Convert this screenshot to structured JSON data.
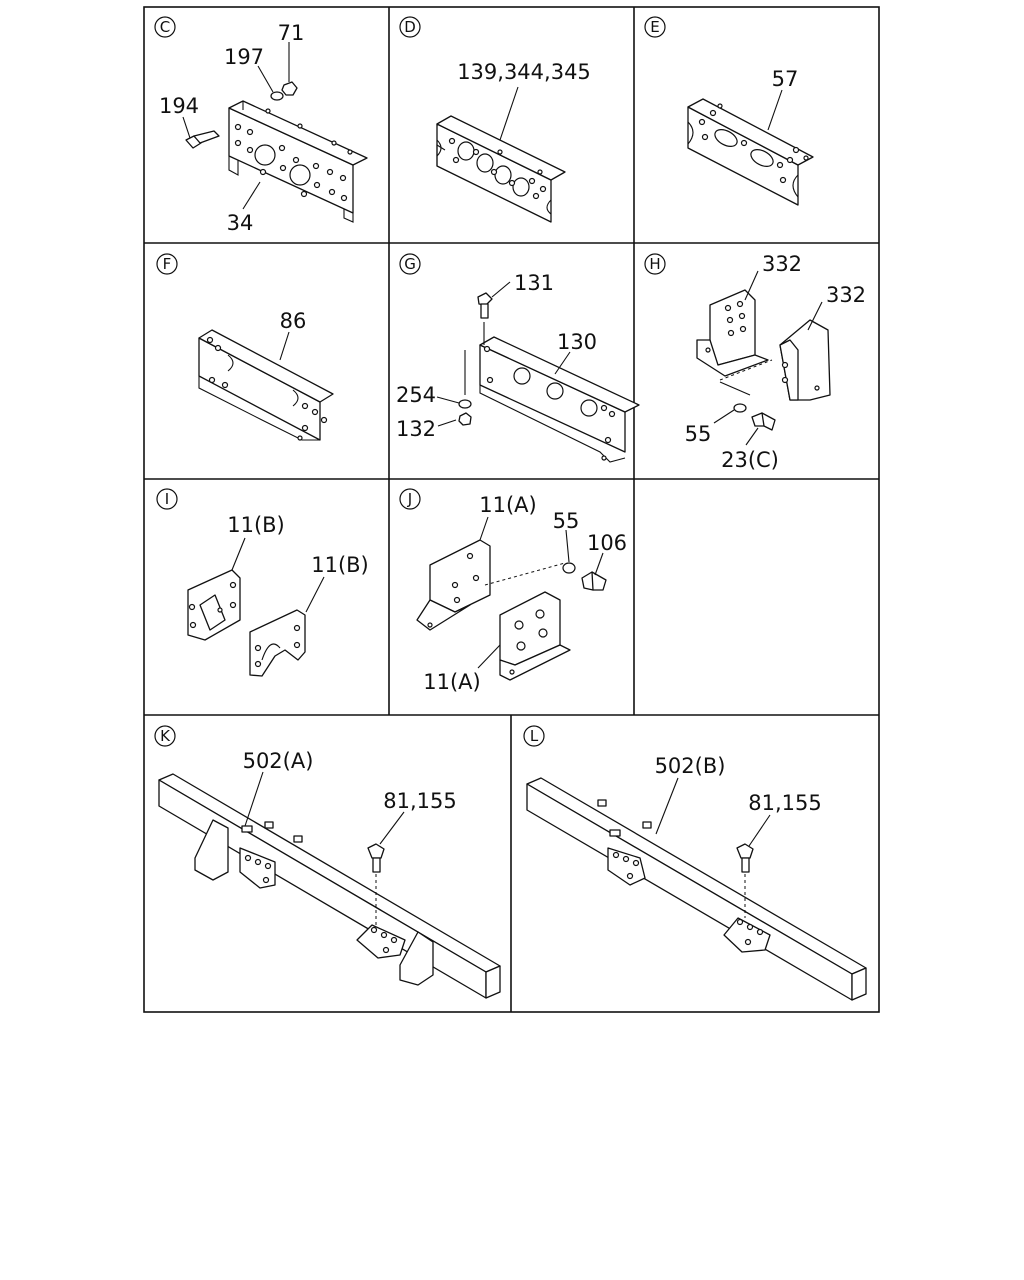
{
  "panels": [
    {
      "id": "C",
      "labels": [
        "71",
        "197",
        "194",
        "34"
      ]
    },
    {
      "id": "D",
      "labels": [
        "139,344,345"
      ]
    },
    {
      "id": "E",
      "labels": [
        "57"
      ]
    },
    {
      "id": "F",
      "labels": [
        "86"
      ]
    },
    {
      "id": "G",
      "labels": [
        "131",
        "130",
        "254",
        "132"
      ]
    },
    {
      "id": "H",
      "labels": [
        "332",
        "332",
        "55",
        "23(C)"
      ]
    },
    {
      "id": "I",
      "labels": [
        "11(B)",
        "11(B)"
      ]
    },
    {
      "id": "J",
      "labels": [
        "11(A)",
        "55",
        "106",
        "11(A)"
      ]
    },
    {
      "id": "K",
      "labels": [
        "502(A)",
        "81,155"
      ]
    },
    {
      "id": "L",
      "labels": [
        "502(B)",
        "81,155"
      ]
    }
  ]
}
